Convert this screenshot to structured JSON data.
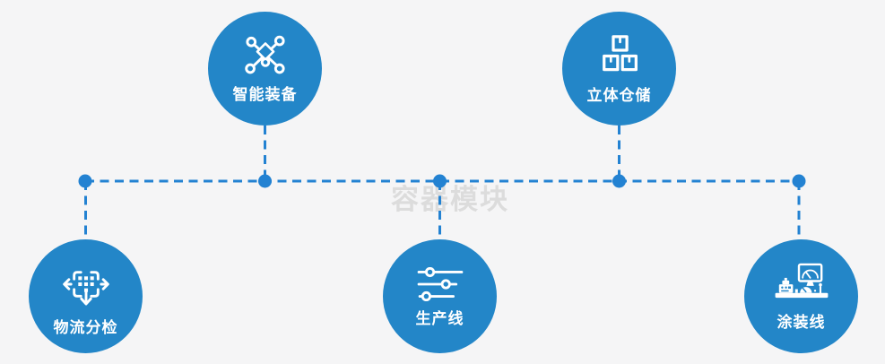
{
  "watermark": {
    "text": "容器模块"
  },
  "diagram": {
    "nodes": [
      {
        "label": "智能装备",
        "icon": "molecule-network-icon",
        "position": "top-left"
      },
      {
        "label": "立体仓储",
        "icon": "stacked-boxes-icon",
        "position": "top-right"
      },
      {
        "label": "物流分检",
        "icon": "crosshair-move-icon",
        "position": "bottom-left"
      },
      {
        "label": "生产线",
        "icon": "sliders-icon",
        "position": "bottom-center"
      },
      {
        "label": "涂装线",
        "icon": "control-station-icon",
        "position": "bottom-right"
      }
    ],
    "colors": {
      "node_fill": "#2386c8",
      "connector": "#2382d2",
      "background": "#f5f5f6",
      "label_text": "#ffffff",
      "watermark_text": "#dcdcdc"
    }
  }
}
